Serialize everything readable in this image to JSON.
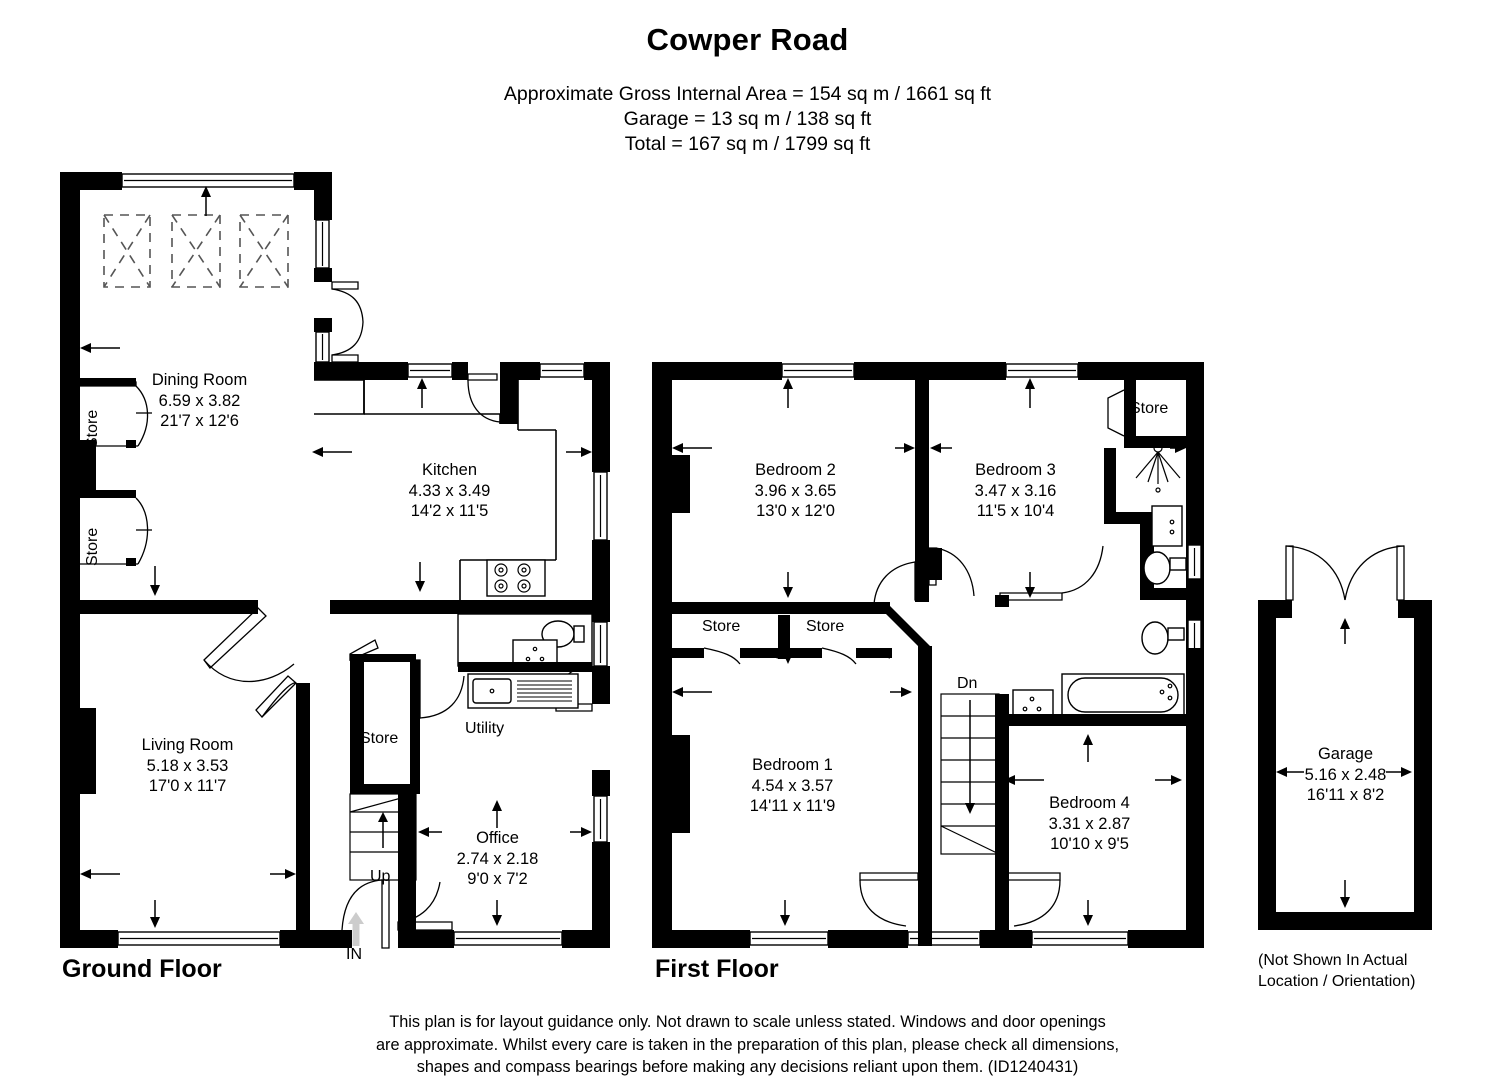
{
  "header": {
    "title": "Cowper Road",
    "area_lines": [
      "Approximate Gross Internal Area = 154 sq m / 1661 sq ft",
      "Garage = 13 sq m / 138 sq ft",
      "Total = 167 sq m / 1799 sq ft"
    ]
  },
  "ground_floor": {
    "label": "Ground Floor",
    "entrance_label": "IN",
    "stairs_label": "Up",
    "rooms": [
      {
        "name": "Dining Room",
        "metric": "6.59 x 3.82",
        "imperial": "21'7 x 12'6"
      },
      {
        "name": "Kitchen",
        "metric": "4.33 x 3.49",
        "imperial": "14'2 x 11'5"
      },
      {
        "name": "Living Room",
        "metric": "5.18 x 3.53",
        "imperial": "17'0 x 11'7"
      },
      {
        "name": "Office",
        "metric": "2.74 x 2.18",
        "imperial": "9'0 x 7'2"
      }
    ],
    "stores": [
      "Store",
      "Store",
      "Store"
    ],
    "utility_label": "Utility"
  },
  "first_floor": {
    "label": "First Floor",
    "stairs_label": "Dn",
    "rooms": [
      {
        "name": "Bedroom 2",
        "metric": "3.96 x 3.65",
        "imperial": "13'0 x 12'0"
      },
      {
        "name": "Bedroom 3",
        "metric": "3.47 x 3.16",
        "imperial": "11'5 x 10'4"
      },
      {
        "name": "Bedroom 1",
        "metric": "4.54 x 3.57",
        "imperial": "14'11 x 11'9"
      },
      {
        "name": "Bedroom 4",
        "metric": "3.31 x 2.87",
        "imperial": "10'10 x 9'5"
      }
    ],
    "stores": [
      "Store",
      "Store",
      "Store"
    ]
  },
  "garage": {
    "name": "Garage",
    "metric": "5.16 x 2.48",
    "imperial": "16'11 x 8'2",
    "note_line1": "(Not Shown In Actual",
    "note_line2": "Location / Orientation)"
  },
  "footer": {
    "line1": "This plan is for layout guidance only. Not drawn to scale unless stated. Windows and door openings",
    "line2": "are approximate. Whilst every care is taken in the preparation of this plan, please check all dimensions,",
    "line3": "shapes and compass bearings before making any decisions reliant upon them. (ID1240431)"
  },
  "colors": {
    "wall": "#000000",
    "paper": "#ffffff",
    "in_arrow": "#cccccc"
  }
}
